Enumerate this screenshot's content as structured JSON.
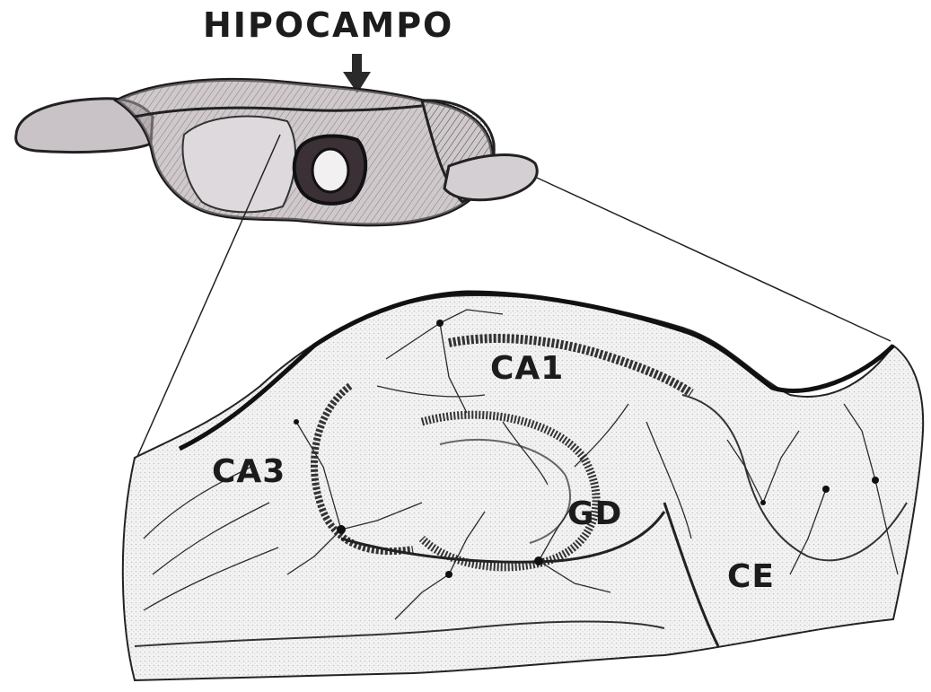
{
  "title": "HIPOCAMPO",
  "labels": {
    "ca1": "CA1",
    "ca3": "CA3",
    "gd": "GD",
    "ce": "CE"
  }
}
